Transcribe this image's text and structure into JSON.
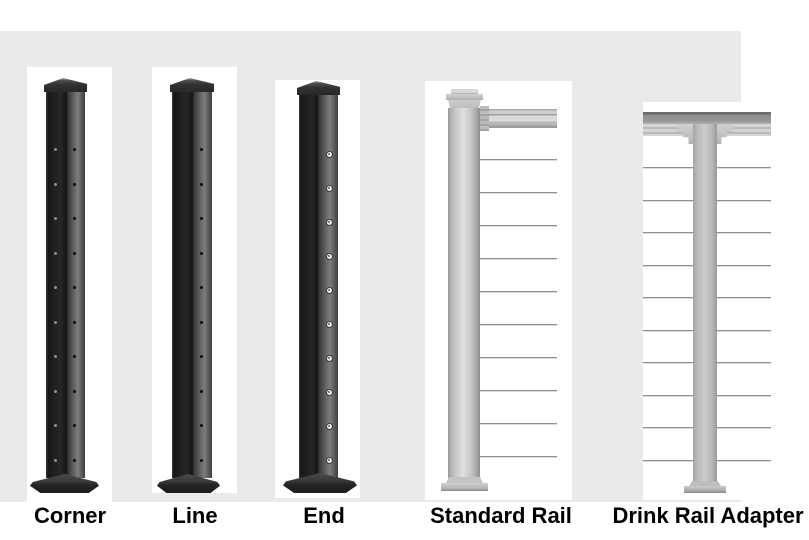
{
  "page": {
    "background_color": "#ffffff",
    "backdrop_color": "#eaeaea",
    "panel_color": "#ffffff",
    "label_color": "#000000"
  },
  "colors": {
    "dark_post_front": "#1f1f1f",
    "dark_post_side": "#6b6b6b",
    "light_post": "#c8c8c8",
    "drink_rail_top": "#8d8d8d",
    "cable": "#8f8f8f",
    "fitting": "#f0f0f0"
  },
  "products": [
    {
      "id": "corner-post",
      "label": "Corner",
      "style": "dark-post",
      "hole_columns": 2,
      "holes_per_column": 10
    },
    {
      "id": "line-post",
      "label": "Line",
      "style": "dark-post",
      "hole_columns": 1,
      "holes_per_column": 10
    },
    {
      "id": "end-post",
      "label": "End",
      "style": "dark-post",
      "fitting_count": 10
    },
    {
      "id": "standard-rail",
      "label": "Standard Rail",
      "style": "light-post",
      "cable_count": 10
    },
    {
      "id": "drink-rail-adapter",
      "label": "Drink Rail Adapter",
      "style": "light-post",
      "cables_per_side": 10
    }
  ]
}
